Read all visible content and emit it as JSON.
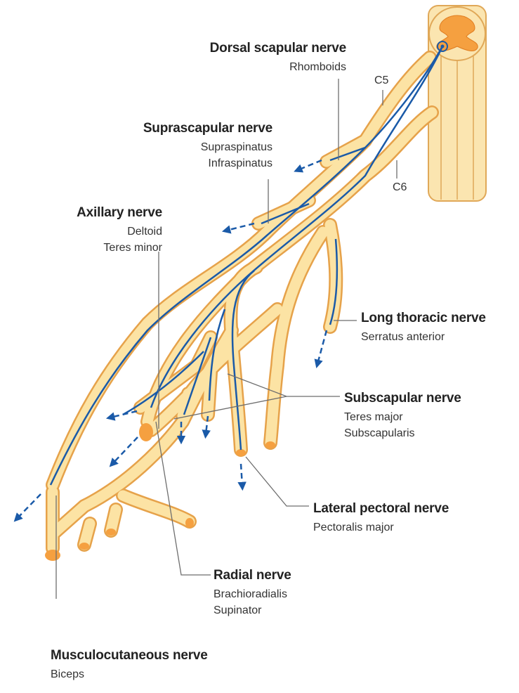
{
  "colors": {
    "nerve_fill": "#fce3a4",
    "nerve_edge": "#e6a24a",
    "cord_fill": "#fbe5b0",
    "grey_matter": "#f5a040",
    "axon_path": "#1a5aa8",
    "leader_line": "#6e6e6e"
  },
  "spinal_levels": {
    "c5": "C5",
    "c6": "C6"
  },
  "nerves": {
    "dorsal_scapular": {
      "name": "Dorsal scapular nerve",
      "muscles": [
        "Rhomboids"
      ]
    },
    "suprascapular": {
      "name": "Suprascapular nerve",
      "muscles": [
        "Supraspinatus",
        "Infraspinatus"
      ]
    },
    "axillary": {
      "name": "Axillary nerve",
      "muscles": [
        "Deltoid",
        "Teres minor"
      ]
    },
    "long_thoracic": {
      "name": "Long thoracic nerve",
      "muscles": [
        "Serratus anterior"
      ]
    },
    "subscapular": {
      "name": "Subscapular nerve",
      "muscles": [
        "Teres major",
        "Subscapularis"
      ]
    },
    "lateral_pectoral": {
      "name": "Lateral pectoral nerve",
      "muscles": [
        "Pectoralis major"
      ]
    },
    "radial": {
      "name": "Radial nerve",
      "muscles": [
        "Brachioradialis",
        "Supinator"
      ]
    },
    "musculocutaneous": {
      "name": "Musculocutaneous nerve",
      "muscles": [
        "Biceps"
      ]
    }
  }
}
